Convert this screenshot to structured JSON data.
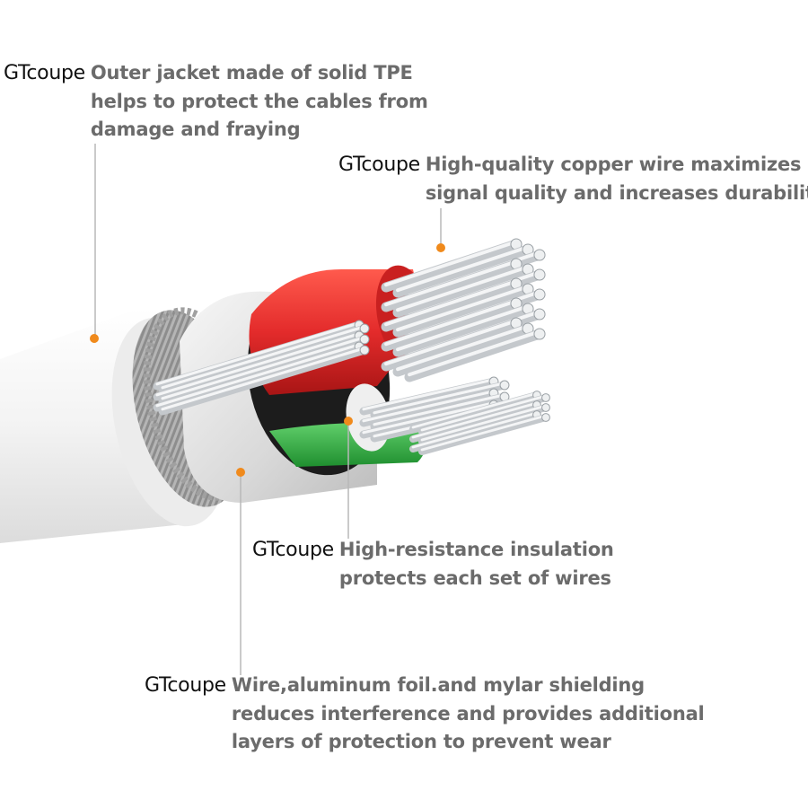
{
  "callouts": [
    {
      "brand": "GTcoupe",
      "lines": [
        "Outer jacket made of solid TPE",
        "helps to protect the cables from",
        "damage and fraying"
      ]
    },
    {
      "brand": "GTcoupe",
      "lines": [
        "High-quality copper wire maximizes",
        "signal quality and increases durability"
      ]
    },
    {
      "brand": "GTcoupe",
      "lines": [
        "High-resistance insulation",
        "protects each set of wires"
      ]
    },
    {
      "brand": "GTcoupe",
      "lines": [
        "Wire,aluminum foil.and mylar shielding",
        "reduces interference and provides additional",
        "layers of protection to prevent wear"
      ]
    }
  ],
  "colors": {
    "marker": "#f08a1c",
    "leader": "#b8b8b8",
    "jacket": "#f2f2f2",
    "insulation_red": "#e32b2b",
    "insulation_green": "#2fb043",
    "copper": "#c9cdd1",
    "brand_text": "#111111",
    "desc_text": "#6b6b6b"
  }
}
